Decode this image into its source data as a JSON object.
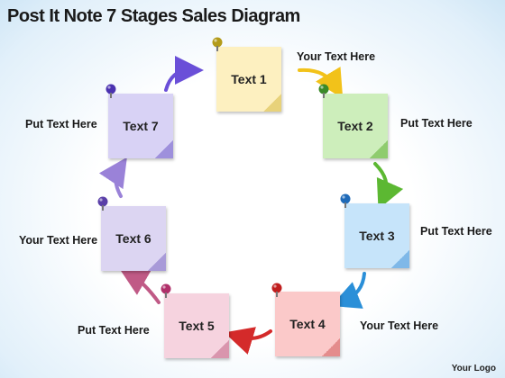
{
  "title": "Post It Note 7 Stages Sales Diagram",
  "notes": [
    {
      "label": "Text 1",
      "color": "#fdf0c0",
      "fold": "#e8d27a",
      "pin": "#b39b1a"
    },
    {
      "label": "Text 2",
      "color": "#cdeebb",
      "fold": "#8fcc6e",
      "pin": "#3a8a28"
    },
    {
      "label": "Text 3",
      "color": "#c6e4fa",
      "fold": "#7fb8e8",
      "pin": "#1f6ab8"
    },
    {
      "label": "Text 4",
      "color": "#fbc9c9",
      "fold": "#e48c8c",
      "pin": "#c01e1e"
    },
    {
      "label": "Text 5",
      "color": "#f6d3df",
      "fold": "#d995ad",
      "pin": "#b0306a"
    },
    {
      "label": "Text 6",
      "color": "#dcd5f2",
      "fold": "#a89ad8",
      "pin": "#5a3fa8"
    },
    {
      "label": "Text 7",
      "color": "#d8d2f5",
      "fold": "#9e90dc",
      "pin": "#4b32b0"
    }
  ],
  "side_labels": [
    "Your Text Here",
    "Put Text Here",
    "Put Text Here",
    "Your Text Here",
    "Put Text Here",
    "Your Text Here",
    "Put Text Here"
  ],
  "logo": "Your Logo",
  "arrow_colors": [
    "#f2c21a",
    "#5cb832",
    "#2a8fd8",
    "#d42a2a",
    "#c05a86",
    "#9a82d8",
    "#6a4fd8"
  ]
}
